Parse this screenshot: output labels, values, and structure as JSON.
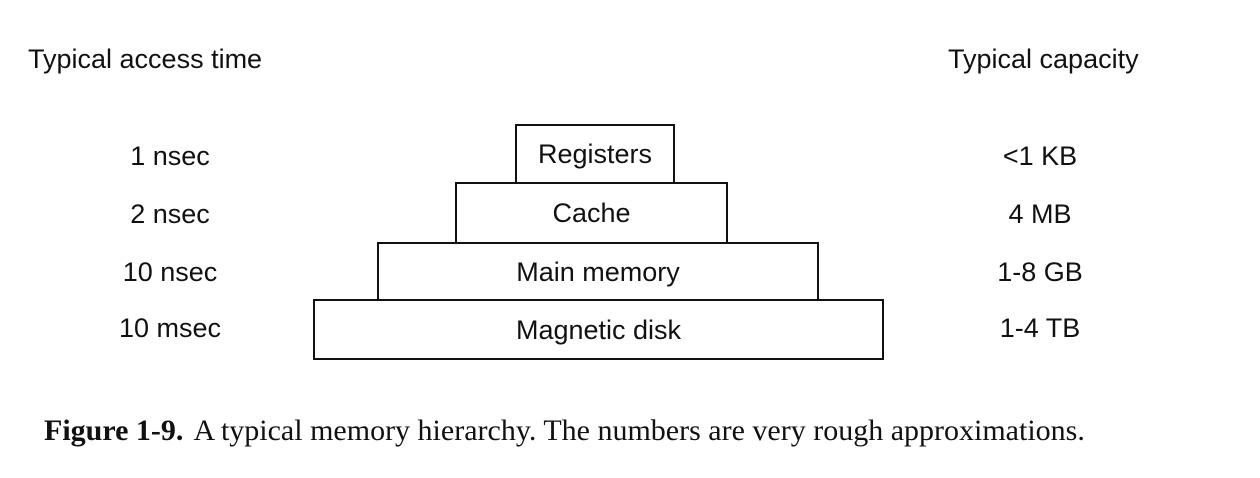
{
  "headers": {
    "access_time": "Typical access time",
    "capacity": "Typical capacity"
  },
  "levels": [
    {
      "name": "Registers",
      "access_time": "1 nsec",
      "capacity": "<1 KB"
    },
    {
      "name": "Cache",
      "access_time": "2 nsec",
      "capacity": "4 MB"
    },
    {
      "name": "Main memory",
      "access_time": "10 nsec",
      "capacity": "1-8 GB"
    },
    {
      "name": "Magnetic disk",
      "access_time": "10 msec",
      "capacity": "1-4 TB"
    }
  ],
  "caption": {
    "label": "Figure 1-9.",
    "text": "A typical memory hierarchy. The numbers are very rough approximations."
  }
}
